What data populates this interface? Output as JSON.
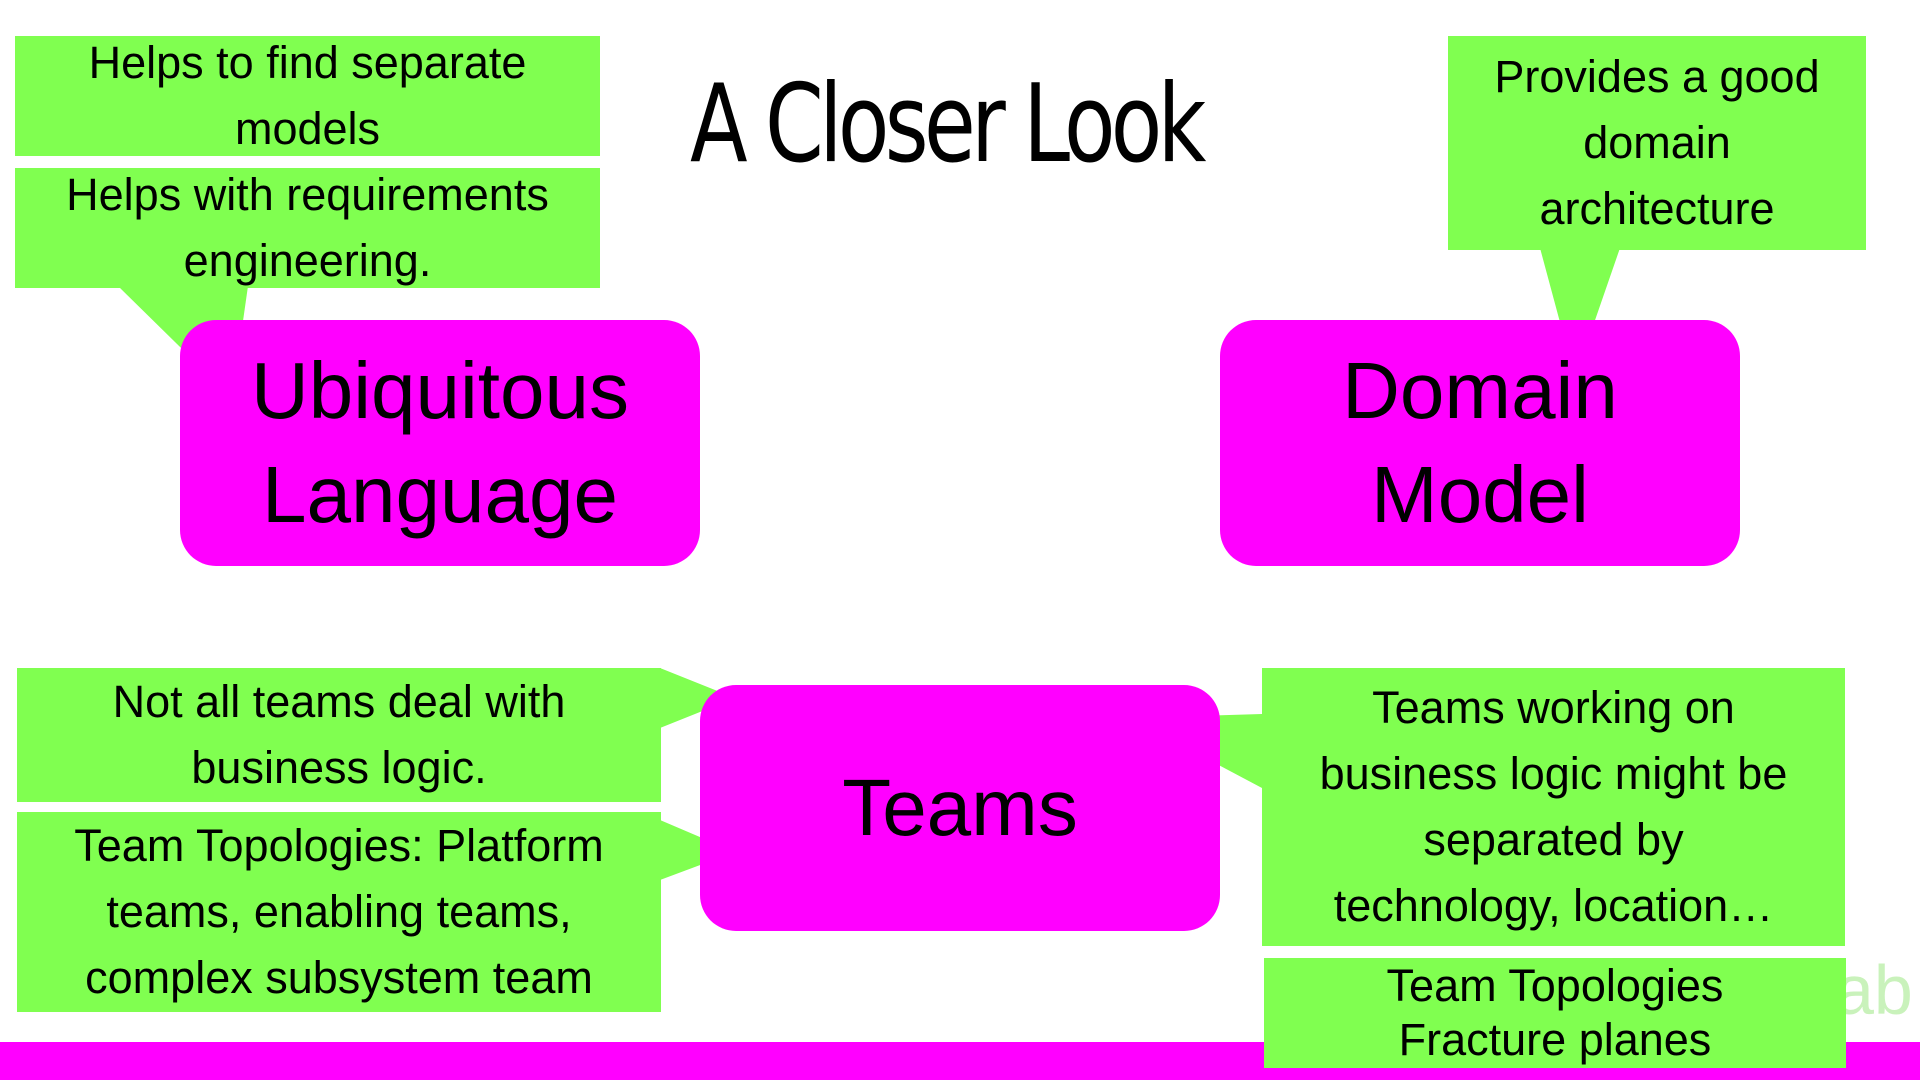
{
  "title": "A Closer Look",
  "colors": {
    "box": "#ff00ff",
    "callout": "#80ff50",
    "background": "#ffffff",
    "bar": "#ff00ff"
  },
  "boxes": {
    "ubiquitous_language": [
      "Ubiquitous",
      "Language"
    ],
    "domain_model": [
      "Domain",
      "Model"
    ],
    "teams": "Teams"
  },
  "callouts": {
    "separate_models": [
      "Helps to find separate",
      "models"
    ],
    "requirements": [
      "Helps with requirements",
      "engineering."
    ],
    "domain_architecture": [
      "Provides a good",
      "domain",
      "architecture"
    ],
    "not_all_teams": [
      "Not all teams deal with",
      "business logic."
    ],
    "team_topologies_types": [
      "Team Topologies: Platform",
      "teams, enabling teams,",
      "complex subsystem team"
    ],
    "teams_separated": [
      "Teams working on",
      "business logic might be",
      "separated by",
      "technology, location…"
    ],
    "fracture_planes": [
      "Team Topologies",
      "Fracture planes"
    ]
  },
  "watermark": "ab"
}
